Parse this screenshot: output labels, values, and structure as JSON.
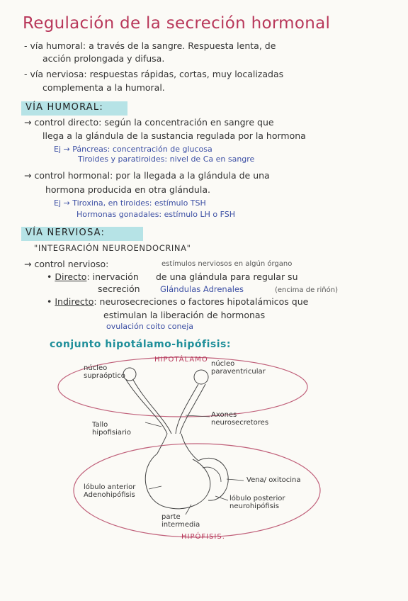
{
  "title": "Regulación de la secreción hormonal",
  "intro": {
    "humoral_1": "- vía humoral: a través de la sangre. Respuesta lenta, de",
    "humoral_2": "acción prolongada y difusa.",
    "nerviosa_1": "- vía nerviosa: respuestas rápidas, cortas, muy localizadas",
    "nerviosa_2": "complementa a la humoral."
  },
  "via_humoral": {
    "heading": "VÍA HUMORAL:",
    "directo_1": "→ control directo: según la concentración en sangre que",
    "directo_2": "llega a la glándula de la sustancia regulada por la hormona",
    "ej1_1": "Ej → Páncreas: concentración de glucosa",
    "ej1_2": "Tiroides y paratiroides: nivel de Ca en sangre",
    "hormonal_1": "→ control hormonal: por la llegada a la glándula de una",
    "hormonal_2": "hormona producida en otra glándula.",
    "ej2_1": "Ej → Tiroxina, en tiroides: estímulo TSH",
    "ej2_2": "Hormonas gonadales: estímulo LH o FSH"
  },
  "via_nerviosa": {
    "heading": "VÍA NERVIOSA:",
    "integracion": "\"INTEGRACIÓN NEUROENDOCRINA\"",
    "control": "→ control nervioso:",
    "estimulos": "estímulos nerviosos en algún órgano",
    "directo_label": "Directo",
    "directo_1": ": inervación",
    "directo_1b": "de una glándula para regular su",
    "directo_2": "secreción",
    "glandulas": "Glándulas Adrenales",
    "encima": "(encima de riñón)",
    "indirecto_label": "Indirecto",
    "indirecto_1": ": neurosecreciones o factores hipotalámicos que",
    "indirecto_2": "estimulan la liberación de hormonas",
    "ovulacion": "ovulación coito coneja"
  },
  "diagram": {
    "heading": "conjunto hipotálamo-hipófisis:",
    "hipotalamo": "HIPOTÁLAMO",
    "nucleo_supraoptico": "núcleo supraóptico",
    "nucleo_paraventricular": "núcleo paraventricular",
    "axones": "Axones neurosecretores",
    "tallo": "Tallo hipofisiario",
    "vena": "Vena/ oxitocina",
    "lobulo_anterior": "lóbulo anterior Adenohipófisis",
    "lobulo_posterior": "lóbulo posterior neurohipófisis",
    "parte_intermedia": "parte intermedia",
    "hipofisis": "HIPÓFISIS."
  }
}
